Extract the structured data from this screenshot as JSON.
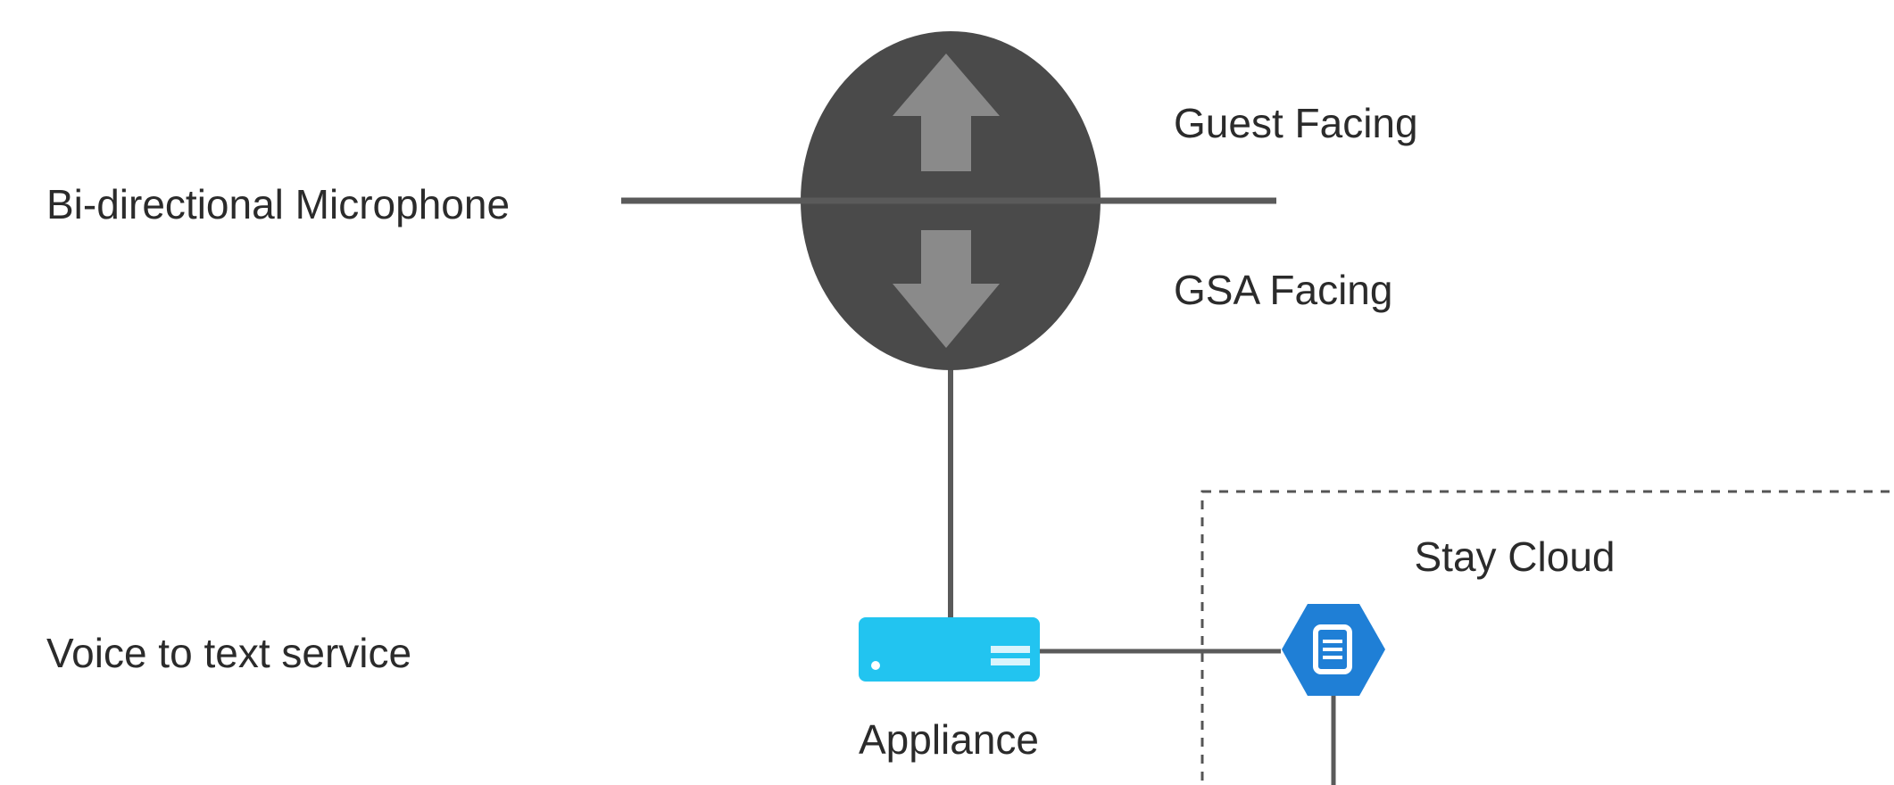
{
  "labels": {
    "microphone": "Bi-directional Microphone",
    "guest_facing": "Guest Facing",
    "gsa_facing": "GSA Facing",
    "voice_service": "Voice to text service",
    "appliance": "Appliance",
    "cloud": "Stay Cloud"
  },
  "icons": {
    "microphone": "bidirectional-microphone-icon",
    "appliance": "server-appliance-icon",
    "cloud_service": "document-hexagon-icon"
  },
  "colors": {
    "microphone_body": "#4a4a4a",
    "arrow": "#8a8a8a",
    "line": "#5a5a5a",
    "appliance": "#22c4f0",
    "service_hexagon": "#1f7fd6",
    "text": "#2b2b2b"
  }
}
